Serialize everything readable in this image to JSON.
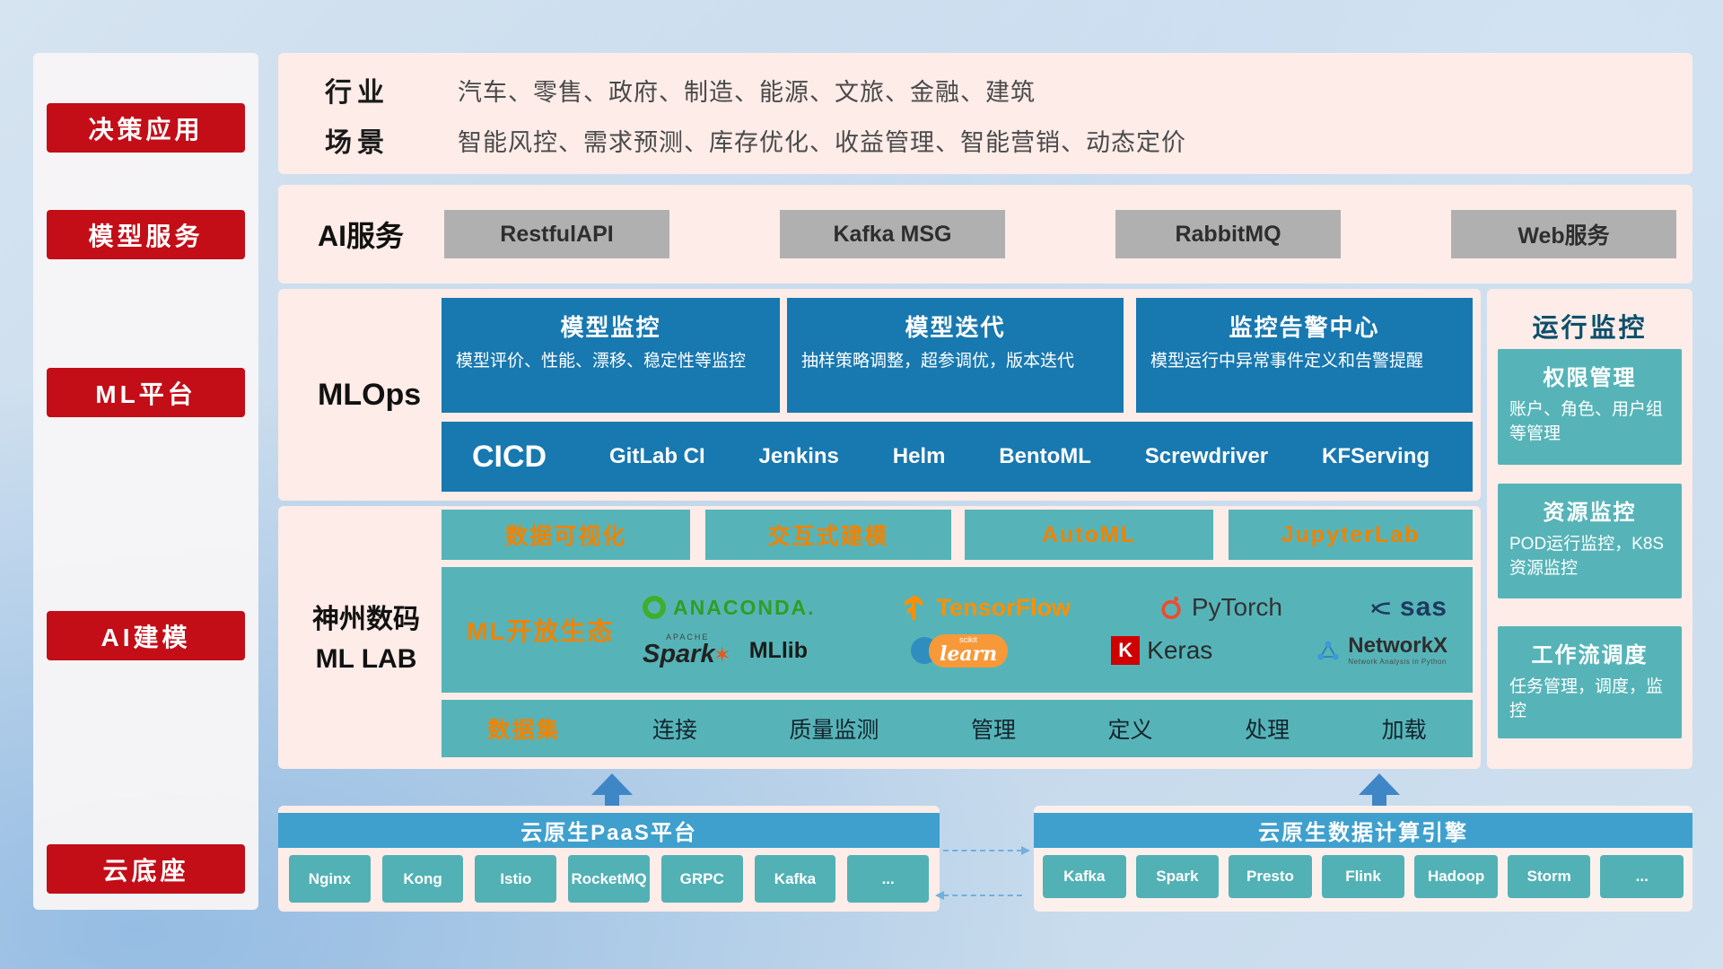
{
  "colors": {
    "red": "#c30d17",
    "pink_panel": "#fdece8",
    "blue_card": "#1878b0",
    "teal": "#56b4b8",
    "orange_accent": "#f08300",
    "gray_button": "#b1b0b0",
    "bottom_bar_blue": "#3fa0ce",
    "arrow_blue": "#3f86c6"
  },
  "sidebar": {
    "items": [
      {
        "label": "决策应用"
      },
      {
        "label": "模型服务"
      },
      {
        "label": "ML平台"
      },
      {
        "label": "AI建模"
      },
      {
        "label": "云底座"
      }
    ]
  },
  "industry": {
    "rows": [
      {
        "label": "行业",
        "text": "汽车、零售、政府、制造、能源、文旅、金融、建筑"
      },
      {
        "label": "场景",
        "text": "智能风控、需求预测、库存优化、收益管理、智能营销、动态定价"
      }
    ]
  },
  "ai_service": {
    "label": "AI服务",
    "items": [
      "RestfulAPI",
      "Kafka MSG",
      "RabbitMQ",
      "Web服务"
    ]
  },
  "mlops": {
    "label": "MLOps",
    "cards": [
      {
        "title": "模型监控",
        "desc": "模型评价、性能、漂移、稳定性等监控"
      },
      {
        "title": "模型迭代",
        "desc": "抽样策略调整，超参调优，版本迭代"
      },
      {
        "title": "监控告警中心",
        "desc": "模型运行中异常事件定义和告警提醒"
      }
    ],
    "cicd_label": "CICD",
    "cicd_items": [
      "GitLab CI",
      "Jenkins",
      "Helm",
      "BentoML",
      "Screwdriver",
      "KFServing"
    ]
  },
  "mllab": {
    "label_line1": "神州数码",
    "label_line2": "ML LAB",
    "top_items": [
      "数据可视化",
      "交互式建模",
      "AutoML",
      "JupyterLab"
    ],
    "eco_label": "ML开放生态",
    "logos": {
      "anaconda": "ANACONDA.",
      "tensorflow": "TensorFlow",
      "pytorch": "PyTorch",
      "sas": "sas",
      "apache": "APACHE",
      "spark": "Spark",
      "spark_star": "✶",
      "mllib": "MLlib",
      "scikit_small": "scikit",
      "scikit_learn": "learn",
      "keras_k": "K",
      "keras": "Keras",
      "networkx": "NetworkX",
      "networkx_sub": "Network Analysis in Python"
    },
    "dataset_label": "数据集",
    "dataset_items": [
      "连接",
      "质量监测",
      "管理",
      "定义",
      "处理",
      "加载"
    ]
  },
  "monitor": {
    "title": "运行监控",
    "cards": [
      {
        "title": "权限管理",
        "desc": "账户、角色、用户组等管理"
      },
      {
        "title": "资源监控",
        "desc": "POD运行监控，K8S资源监控"
      },
      {
        "title": "工作流调度",
        "desc": "任务管理，调度，监控"
      }
    ]
  },
  "bottom": {
    "paas": {
      "title": "云原生PaaS平台",
      "items": [
        "Nginx",
        "Kong",
        "Istio",
        "RocketMQ",
        "GRPC",
        "Kafka",
        "..."
      ]
    },
    "engine": {
      "title": "云原生数据计算引擎",
      "items": [
        "Kafka",
        "Spark",
        "Presto",
        "Flink",
        "Hadoop",
        "Storm",
        "..."
      ]
    }
  }
}
